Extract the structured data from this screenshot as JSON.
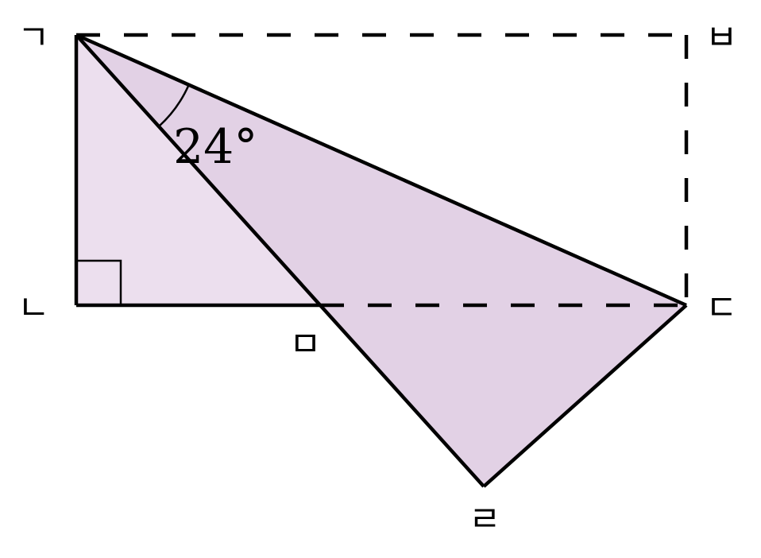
{
  "diagram": {
    "vertices": {
      "g": "ㄱ",
      "n": "ㄴ",
      "d": "ㄷ",
      "r": "ㄹ",
      "m": "ㅁ",
      "b": "ㅂ"
    },
    "angle_label": "24°",
    "colors": {
      "light_fill": "#ecdfee",
      "dark_fill": "#e2d1e5",
      "stroke": "#000000"
    }
  }
}
